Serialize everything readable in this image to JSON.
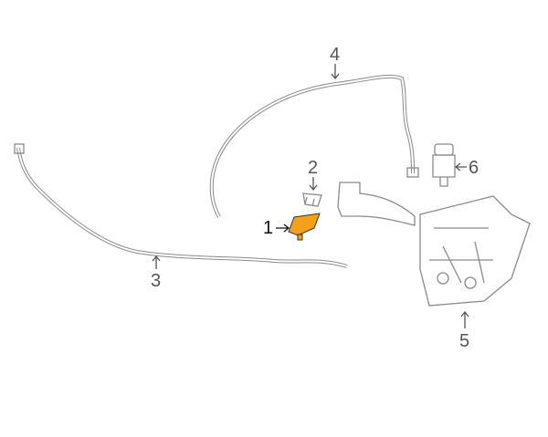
{
  "callouts": [
    {
      "number": "1",
      "part": "highlighted"
    },
    {
      "number": "2"
    },
    {
      "number": "3"
    },
    {
      "number": "4"
    },
    {
      "number": "5"
    },
    {
      "number": "6"
    }
  ],
  "colors": {
    "highlight": "#f5a01a",
    "line": "#8a8a8a",
    "label": "#555555"
  }
}
